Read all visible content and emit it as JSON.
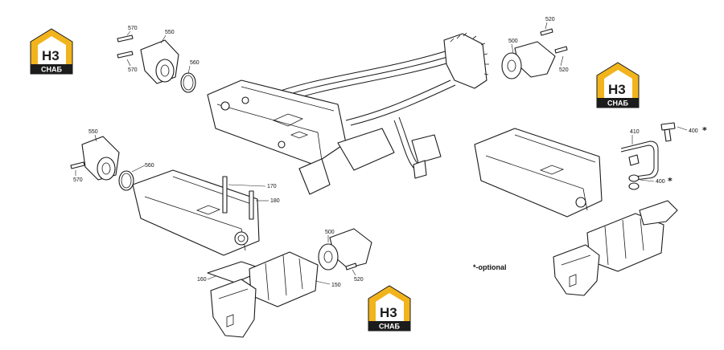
{
  "logo": {
    "mark": "H3",
    "word": "СНАБ",
    "accent": "#f2b41c",
    "dark": "#1c1c1c"
  },
  "labels": {
    "top_left": [
      "570",
      "550",
      "570",
      "560"
    ],
    "top_right": [
      "520",
      "500",
      "520"
    ],
    "left": [
      "550",
      "560",
      "570",
      "170",
      "180"
    ],
    "bottom": [
      "500",
      "160",
      "150",
      "520"
    ],
    "right": [
      "410",
      "400",
      "400"
    ]
  },
  "markers": {
    "optional_star": "*"
  },
  "note": "*-optional"
}
